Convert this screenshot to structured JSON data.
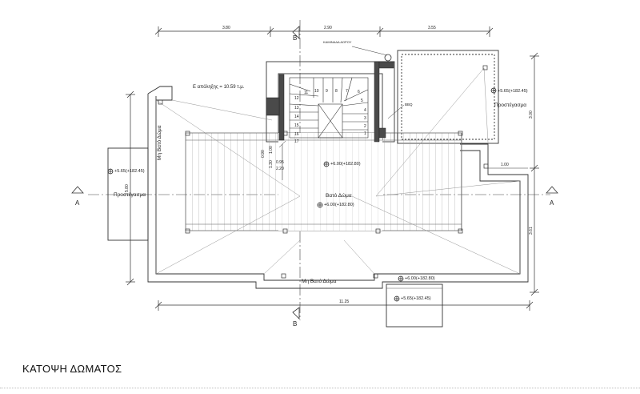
{
  "drawing": {
    "title": "ΚΑΤΟΨΗ ΔΩΜΑΤΟΣ",
    "area_note": "Ε απόληξης = 10.59 τ.μ.",
    "skylight_label": "ΚΑΜΙΝΑΔΑ ΑΟΡΟΥ",
    "bbq_label": "BBQ"
  },
  "dimensions": {
    "top": [
      "3.80",
      "2.90",
      "3.55"
    ],
    "bottom_total": "11.25",
    "left_height": "5.80",
    "right_upper": "3.00",
    "right_lower": "3.61",
    "right_small": "1.00",
    "stair_a": "1.00",
    "stair_b": "0.90",
    "stair_c": "1.30",
    "stair_d": "0.95",
    "stair_e": "2.20"
  },
  "sections": {
    "a_left": "A",
    "a_right": "A",
    "b_top": "B",
    "b_bottom": "B"
  },
  "rooms": {
    "left_canopy": "Προστέγασμα",
    "right_canopy": "Προστέγασμα",
    "left_roof": "Μη Βατό Δώμα",
    "bottom_roof": "Μη Βατό Δώμα",
    "walkable_roof": "Βατό Δώμα"
  },
  "levels": {
    "right_canopy": "+5.65(+182.45)",
    "left_canopy": "+5.65(+182.45)",
    "stair_landing": "+6.00(+182.80)",
    "walkable_roof": "+6.00(+182.80)",
    "bottom_roof": "+6.00(+182.80)",
    "bottom_canopy": "+5.65(+182.45)"
  },
  "stair_steps": [
    "1",
    "2",
    "3",
    "4",
    "5",
    "6",
    "7",
    "8",
    "9",
    "10",
    "11",
    "12",
    "13",
    "14",
    "15",
    "16",
    "17"
  ]
}
